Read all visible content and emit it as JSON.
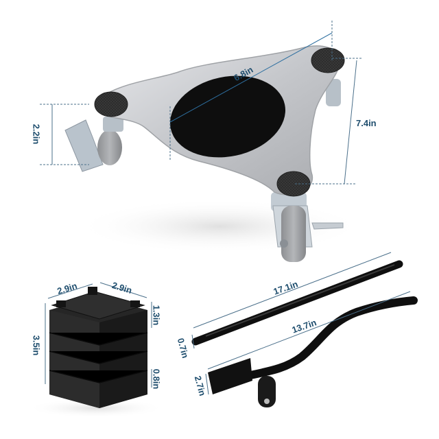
{
  "product": {
    "components": [
      {
        "name": "tri-dolly",
        "color": "#c8c9cc"
      },
      {
        "name": "furniture-riser-stack",
        "color": "#1e1e1e"
      },
      {
        "name": "lever-bar-straight",
        "color": "#111111"
      },
      {
        "name": "lever-bar-curved",
        "color": "#111111"
      }
    ]
  },
  "dimensions": {
    "dolly_diameter": "6.8in",
    "dolly_height": "2.2in",
    "dolly_depth": "7.4in",
    "riser_width": "2.9in",
    "riser_depth": "2.9in",
    "riser_top_height": "1.3in",
    "riser_total_height": "3.5in",
    "riser_layer_height": "0.8in",
    "bar_length": "17.1in",
    "bar_diameter": "0.7in",
    "lever_length": "13.7in",
    "lever_plate_height": "2.7in"
  },
  "colors": {
    "label": "#1f4e6e",
    "guide_line": "#4a6f8a",
    "background": "#ffffff"
  }
}
